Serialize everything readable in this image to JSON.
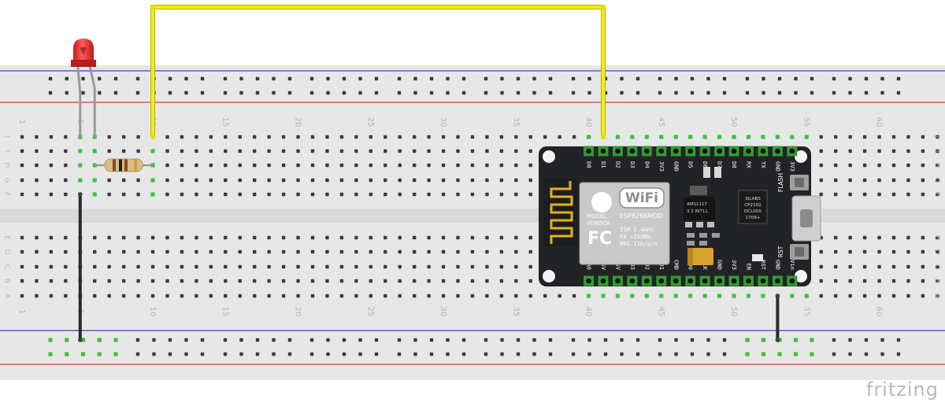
{
  "diagram": {
    "watermark": "fritzing",
    "breadboard": {
      "row_letters_top": [
        "J",
        "I",
        "H",
        "G",
        "F"
      ],
      "row_letters_bottom": [
        "E",
        "D",
        "C",
        "B",
        "A"
      ],
      "column_labels_top": [
        "1",
        "5",
        "10",
        "15",
        "20",
        "25",
        "30",
        "35",
        "40",
        "45",
        "50",
        "55",
        "60"
      ],
      "column_labels_bottom": [
        "1",
        "5",
        "10",
        "15",
        "20",
        "25",
        "30",
        "35",
        "40",
        "45",
        "50",
        "55",
        "60"
      ]
    },
    "board": {
      "top_pins": [
        "D0",
        "D1",
        "D2",
        "D3",
        "D4",
        "3V3",
        "GND",
        "D5",
        "D6",
        "D7",
        "D8",
        "RX",
        "TX",
        "GND",
        "3V3"
      ],
      "bottom_pins": [
        "A0",
        "RSV",
        "RSV",
        "SD3",
        "SD2",
        "SD1",
        "CMD",
        "SD0",
        "CLK",
        "GND",
        "3V3",
        "EN",
        "RST",
        "GND",
        "Vin"
      ],
      "wifi_label": "WiFi",
      "module_label": "ESP8266MOD",
      "model_label": "MODEL",
      "vendor_label": "VENDOR",
      "fcc_logo": "FC",
      "spec_lines": [
        "ISM 2.4GHz",
        "PA +25dBm",
        "802.11b/g/n"
      ],
      "regulator_lines": [
        "AMS1117",
        "3.3 IN711"
      ],
      "usb_chip_lines": [
        "SILABS",
        "CP2102",
        "DCL00X",
        "1708+"
      ],
      "flash_label": "FLASH",
      "rst_label": "RST"
    },
    "colors": {
      "wire_top": "#f2ee14",
      "wire_black": "#2a2a2a",
      "led": "#e52b2b",
      "board": "#222326",
      "breadboard": "#e7e7e7",
      "rail_blue": "#3b3ddb",
      "rail_red": "#d63b3b",
      "hole_active": "#3ec13e"
    }
  }
}
